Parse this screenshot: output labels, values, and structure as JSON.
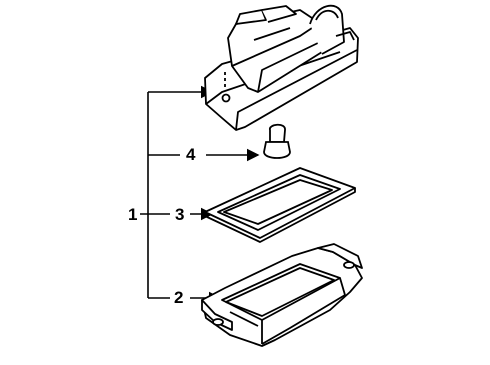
{
  "callouts": {
    "main": "1",
    "lens_housing": "2",
    "gasket": "3",
    "bulb": "4"
  }
}
